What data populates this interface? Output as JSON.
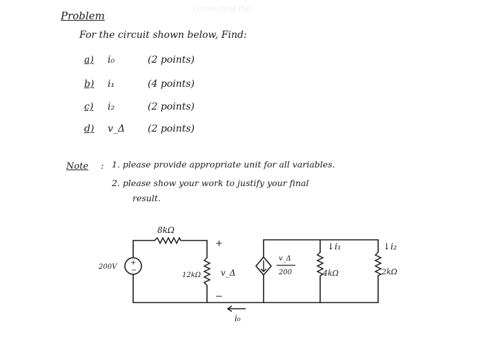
{
  "problem": {
    "title": "Problem",
    "intro": "For the circuit shown below, Find:",
    "parts": [
      {
        "letter": "a)",
        "variable": "i₀",
        "points": "(2 points)"
      },
      {
        "letter": "b)",
        "variable": "i₁",
        "points": "(4 points)"
      },
      {
        "letter": "c)",
        "variable": "i₂",
        "points": "(2 points)"
      },
      {
        "letter": "d)",
        "variable": "v_Δ",
        "points": "(2 points)"
      }
    ]
  },
  "note": {
    "label": "Note",
    "separator": ":",
    "items": [
      "1. please provide appropriate unit for all variables.",
      "2. please show your work to justify your final",
      "result."
    ]
  },
  "circuit": {
    "source_voltage": "200V",
    "source_plus": "+",
    "source_minus": "−",
    "r_series": "8kΩ",
    "r_shunt": "12kΩ",
    "v_plus": "+",
    "v_minus": "−",
    "v_label": "v_Δ",
    "dep_numerator": "v_Δ",
    "dep_denominator": "200",
    "r_4k": "4kΩ",
    "r_2k": "2kΩ",
    "i1_label": "↓i₁",
    "i2_label": "↓i₂",
    "i0_label": "i₀"
  },
  "faint_text": "connecting the...",
  "colors": {
    "ink": "#1a1a1a",
    "background": "#ffffff"
  }
}
